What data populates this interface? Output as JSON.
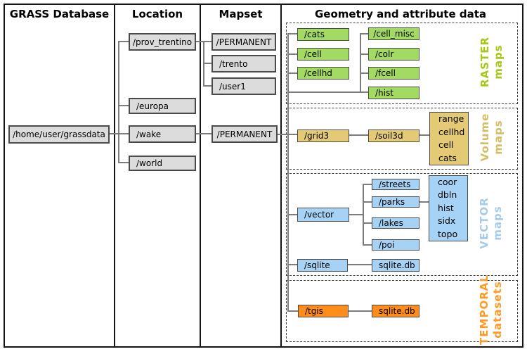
{
  "headers": [
    "GRASS Database",
    "Location",
    "Mapset",
    "Geometry and attribute data"
  ],
  "database": {
    "path": "/home/user/grassdata"
  },
  "locations": [
    "/prov_trentino",
    "/europa",
    "/wake",
    "/world"
  ],
  "mapsets": {
    "prov_trentino": [
      "/PERMANENT",
      "/trento",
      "/user1"
    ],
    "wake": "/PERMANENT"
  },
  "raster": {
    "label": {
      "line1": "RASTER",
      "line2": "maps"
    },
    "left": [
      "/cats",
      "/cell",
      "/cellhd"
    ],
    "right": [
      "/cell_misc",
      "/colr",
      "/fcell",
      "/hist"
    ]
  },
  "volume": {
    "label": {
      "line1": "Volume",
      "line2": "maps"
    },
    "grid3": "/grid3",
    "soil3d": "/soil3d",
    "attrs": [
      "range",
      "cellhd",
      "cell",
      "cats"
    ]
  },
  "vector": {
    "label": {
      "line1": "VECTOR",
      "line2": "maps"
    },
    "root": "/vector",
    "children": [
      "/streets",
      "/parks",
      "/lakes",
      "/poi"
    ],
    "attrs": [
      "coor",
      "dbln",
      "hist",
      "sidx",
      "topo"
    ],
    "sqlite": "/sqlite",
    "sqlite_db": "sqlite.db"
  },
  "temporal": {
    "label": {
      "line1": "TEMPORAL",
      "line2": "datasets"
    },
    "tgis": "/tgis",
    "sqlite_db": "sqlite.db"
  },
  "colors": {
    "node_fill": "#dcdcdc",
    "raster_fill": "#a3da62",
    "raster_label": "#a6c918",
    "volume_fill": "#e4ca74",
    "volume_label": "#d6bc64",
    "vector_fill": "#a6d2f5",
    "vector_label": "#a6cbe9",
    "temporal_fill": "#ff8d1c",
    "temporal_label": "#ff9a26",
    "connector": "#7c7c7c"
  }
}
